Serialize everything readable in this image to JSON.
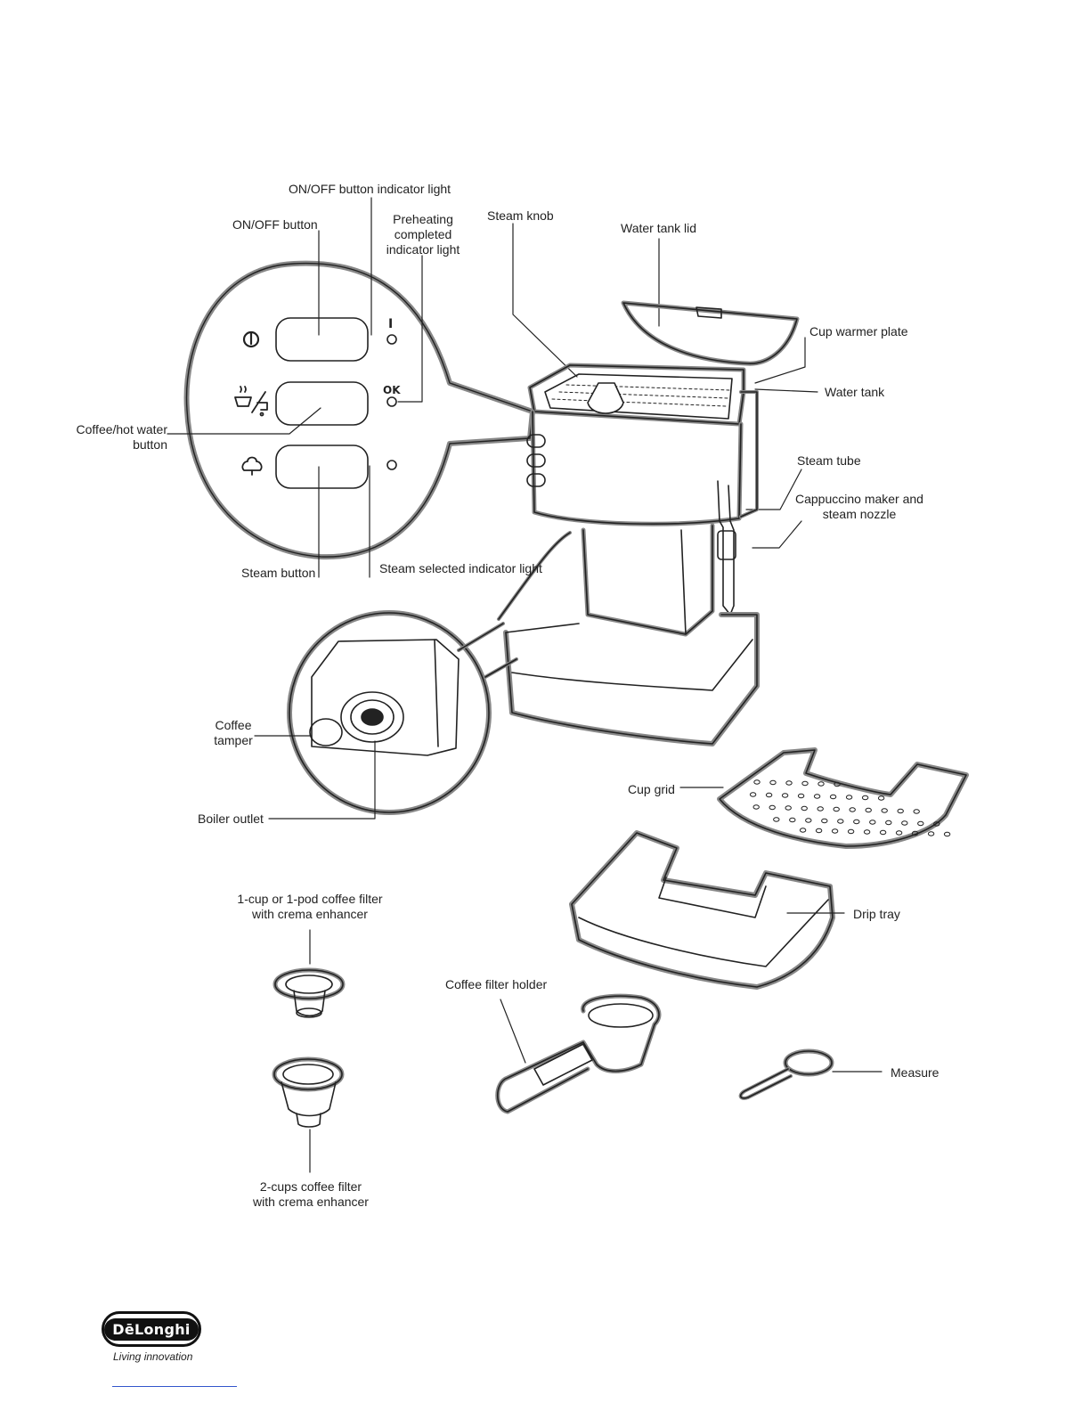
{
  "labels": {
    "onoff_indicator": "ON/OFF button indicator light",
    "onoff_button": "ON/OFF button",
    "preheating": [
      "Preheating",
      "completed",
      "indicator light"
    ],
    "steam_knob": "Steam knob",
    "water_tank_lid": "Water tank lid",
    "cup_warmer_plate": "Cup warmer plate",
    "water_tank": "Water tank",
    "coffee_hot_water": [
      "Coffee/hot water",
      "button"
    ],
    "steam_tube": "Steam tube",
    "cappuccino": [
      "Cappuccino maker and",
      "steam nozzle"
    ],
    "steam_button": "Steam button",
    "steam_selected": "Steam selected indicator light",
    "coffee_tamper": [
      "Coffee",
      "tamper"
    ],
    "boiler_outlet": "Boiler outlet",
    "cup_grid": "Cup grid",
    "drip_tray": "Drip tray",
    "one_cup_filter": [
      "1-cup or 1-pod coffee filter",
      "with crema enhancer"
    ],
    "coffee_filter_holder": "Coffee filter holder",
    "measure": "Measure",
    "two_cup_filter": [
      "2-cups coffee filter",
      "with crema enhancer"
    ]
  },
  "panel": {
    "indicator_on": "I",
    "indicator_ok": "OK"
  },
  "brand": {
    "logo": "DēLonghi",
    "tagline": "Living innovation"
  },
  "colors": {
    "line": "#222222",
    "outline": "#888888"
  }
}
